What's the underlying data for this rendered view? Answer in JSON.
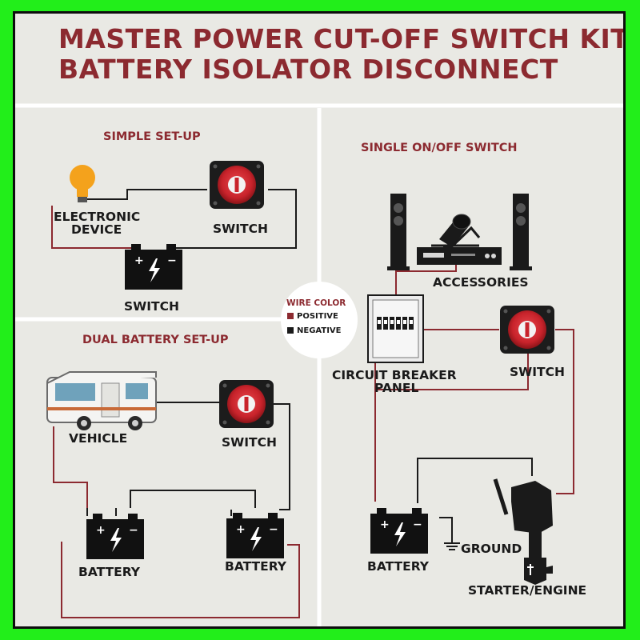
{
  "title": {
    "line1": "MASTER POWER CUT-OFF SWITCH KIT",
    "line2": "BATTERY ISOLATOR DISCONNECT"
  },
  "sections": {
    "simple": "SIMPLE SET-UP",
    "dual": "DUAL BATTERY SET-UP",
    "single": "SINGLE ON/OFF SWITCH"
  },
  "simple_setup": {
    "device_line1": "ELECTRONIC",
    "device_line2": "DEVICE",
    "switch": "SWITCH",
    "battery": "SWITCH"
  },
  "dual_setup": {
    "vehicle": "VEHICLE",
    "switch": "SWITCH",
    "battery_left": "BATTERY",
    "battery_right": "BATTERY"
  },
  "single_switch": {
    "accessories": "ACCESSORIES",
    "breaker_line1": "CIRCUIT BREAKER",
    "breaker_line2": "PANEL",
    "switch": "SWITCH",
    "battery": "BATTERY",
    "ground": "GROUND",
    "engine": "STARTER/ENGINE"
  },
  "legend": {
    "title": "WIRE COLOR",
    "positive": "POSITIVE",
    "negative": "NEGATIVE",
    "positive_color": "#8c2a30",
    "negative_color": "#1a1a1a"
  },
  "colors": {
    "frame": "#22ee1a",
    "background": "#e9e9e4",
    "accent": "#8c2a30",
    "switch_red": "#c8232b",
    "bulb": "#f4a21c"
  }
}
